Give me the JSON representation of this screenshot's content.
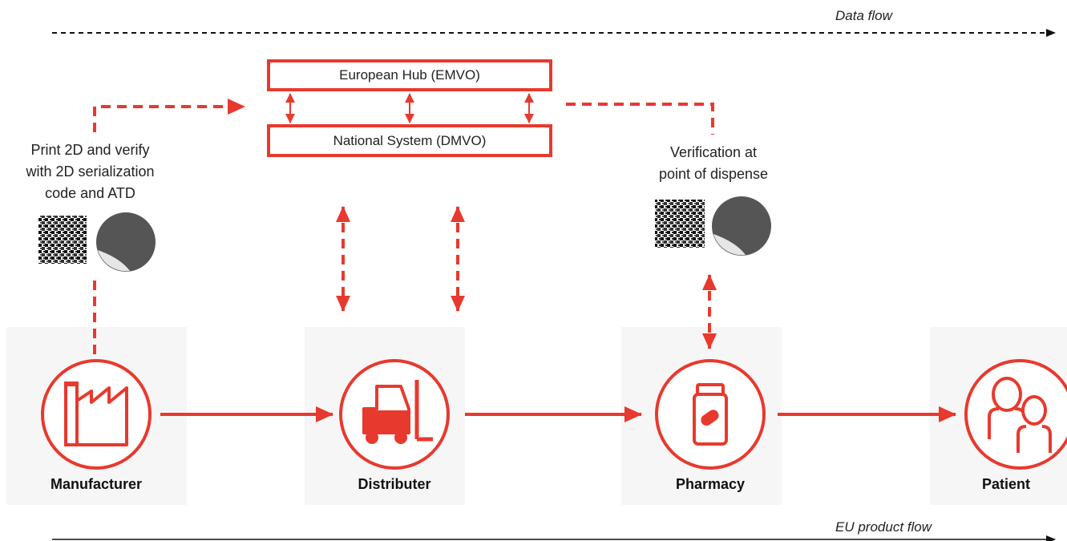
{
  "flows": {
    "data_flow": "Data flow",
    "product_flow": "EU product flow"
  },
  "hub": {
    "european": "European Hub (EMVO)",
    "national": "National System (DMVO)"
  },
  "notes": {
    "manufacturer_line1": "Print 2D and verify",
    "manufacturer_line2": "with 2D serialization",
    "manufacturer_line3": "code and ATD",
    "pharmacy_line1": "Verification at",
    "pharmacy_line2": "point of dispense"
  },
  "nodes": [
    {
      "label": "Manufacturer",
      "icon": "factory-icon"
    },
    {
      "label": "Distributer",
      "icon": "forklift-icon"
    },
    {
      "label": "Pharmacy",
      "icon": "pill-bottle-icon"
    },
    {
      "label": "Patient",
      "icon": "people-icon"
    }
  ],
  "colors": {
    "accent": "#e8392e",
    "text": "#222222",
    "seal": "#555555"
  }
}
